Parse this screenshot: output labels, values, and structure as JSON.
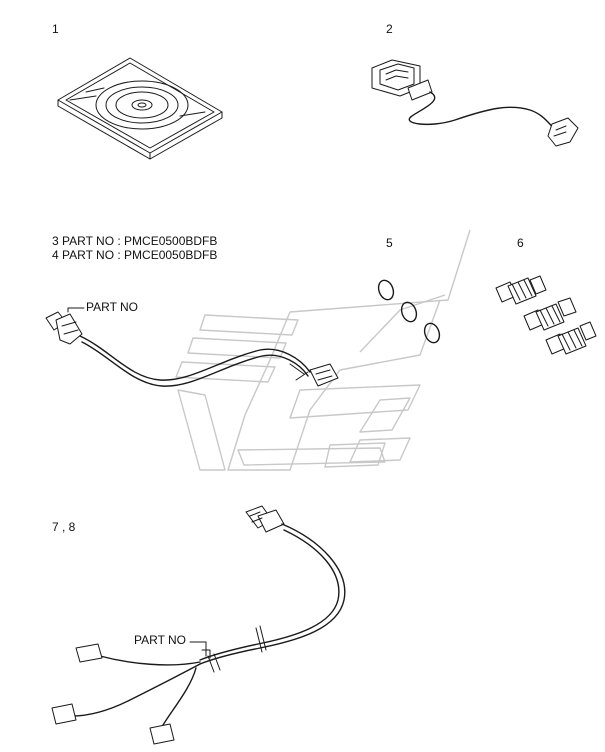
{
  "items": [
    {
      "number_label": "1"
    },
    {
      "number_label": "2"
    },
    {
      "number_label": "3  PART NO : PMCE0500BDFB"
    },
    {
      "number_label": "4  PART NO : PMCE0050BDFB"
    },
    {
      "number_label": "5"
    },
    {
      "number_label": "6"
    },
    {
      "number_label": "7 , 8"
    }
  ],
  "callouts": {
    "sensor_part_no": "PART NO",
    "harness_part_no": "PART NO"
  },
  "colors": {
    "line": "#1a1a1a",
    "watermark": "#c8c8c8",
    "background": "#ffffff"
  }
}
